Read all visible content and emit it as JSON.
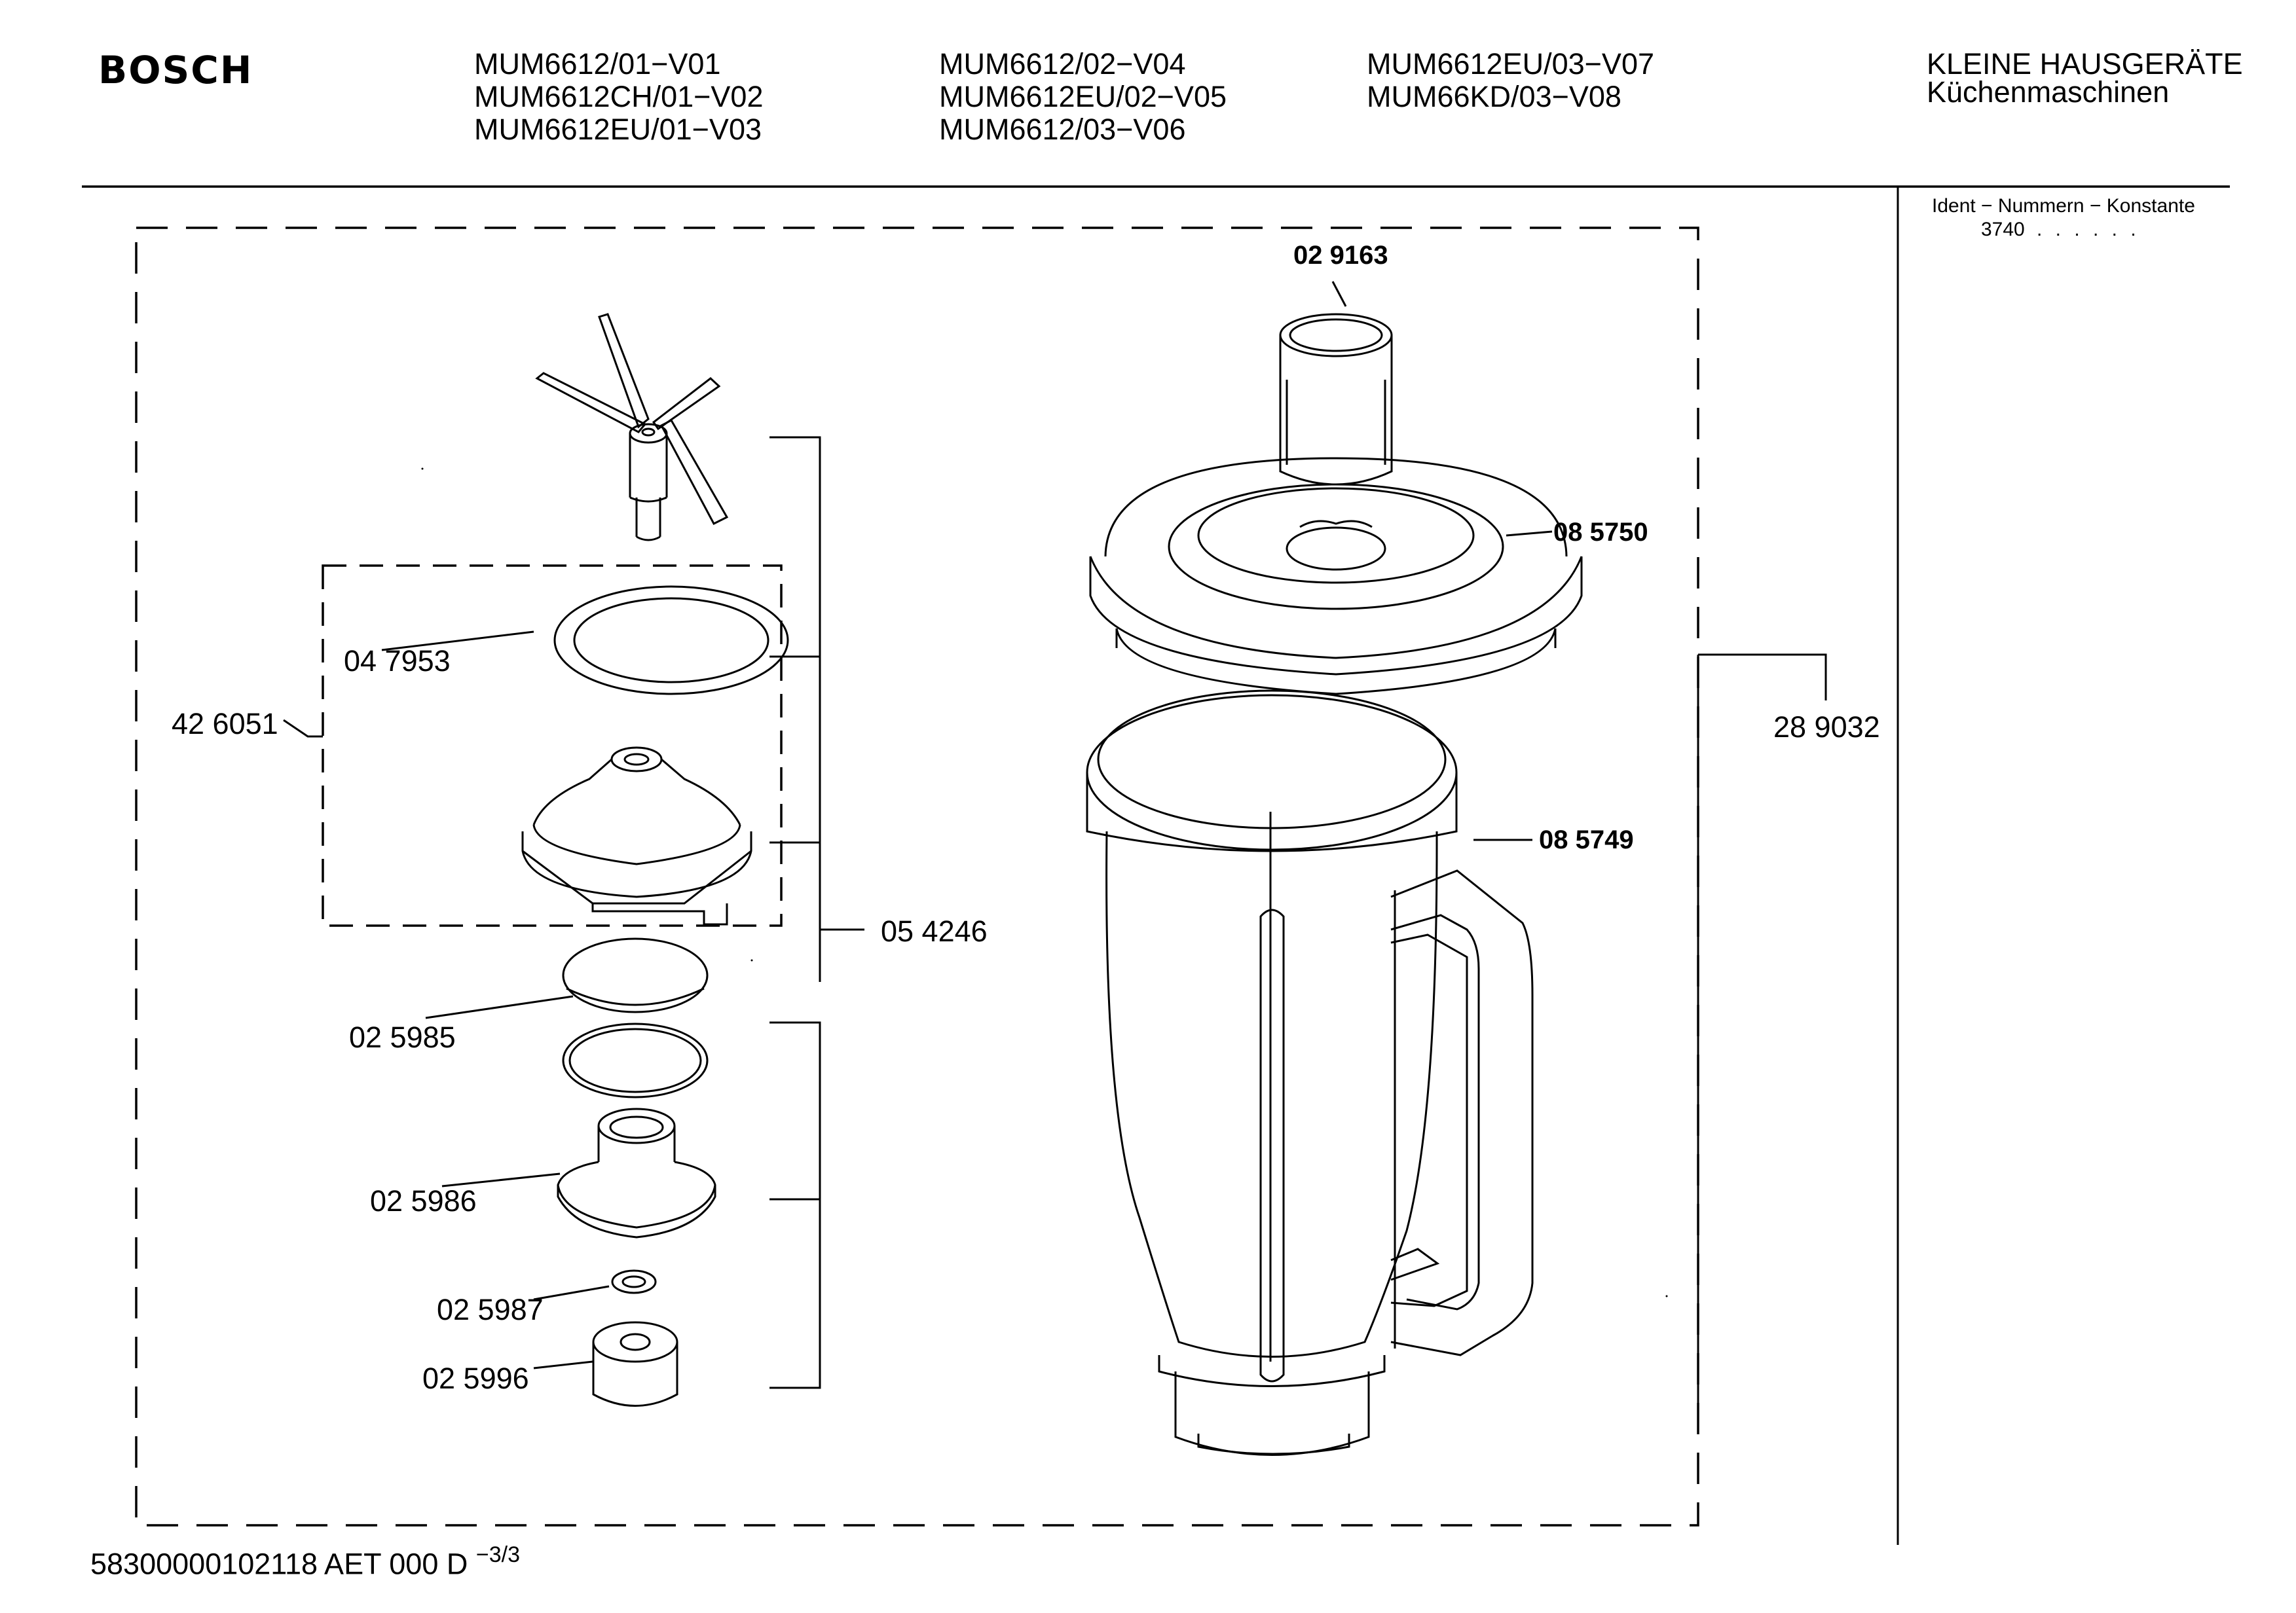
{
  "header": {
    "brand": "BOSCH",
    "models_col1": [
      "MUM6612/01−V01",
      "MUM6612CH/01−V02",
      "MUM6612EU/01−V03"
    ],
    "models_col2": [
      "MUM6612/02−V04",
      "MUM6612EU/02−V05",
      "MUM6612/03−V06"
    ],
    "models_col3": [
      "MUM6612EU/03−V07",
      "MUM66KD/03−V08"
    ],
    "category": "KLEINE HAUSGERÄTE",
    "subcategory": "Küchenmaschinen"
  },
  "side_panel": {
    "ident_title": "Ident − Nummern − Konstante",
    "ident_value": "3740",
    "ident_dots": ". .   . . . ."
  },
  "parts": {
    "p029163": "02 9163",
    "p085750": "08 5750",
    "p085749": "08 5749",
    "p289032": "28 9032",
    "p047953": "04 7953",
    "p426051": "42 6051",
    "p054246": "05 4246",
    "p025985": "02 5985",
    "p025986": "02 5986",
    "p025987": "02 5987",
    "p025996": "02 5996"
  },
  "footer": {
    "doc_number": "58300000102118 AET 000 D",
    "page_prefix": "−",
    "page": "3/3"
  }
}
